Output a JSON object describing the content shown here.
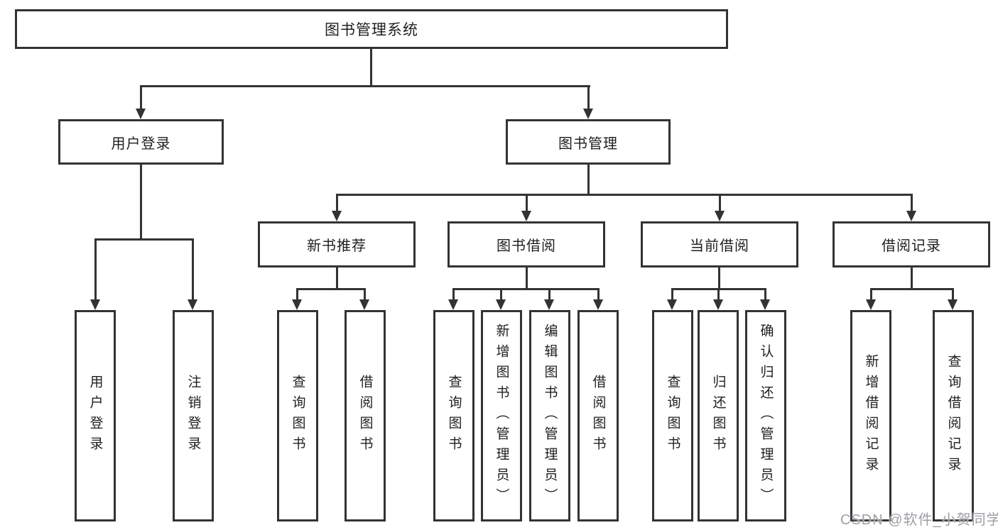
{
  "colors": {
    "line": "#333333",
    "box_border": "#333333",
    "box_fill": "#ffffff",
    "text": "#1f1f1f",
    "watermark": "#9e9ea6",
    "background": "#ffffff"
  },
  "tree": {
    "root": {
      "label": "图书管理系统"
    },
    "branches": [
      {
        "label": "用户登录",
        "children": [
          {
            "label": "用户登录"
          },
          {
            "label": "注销登录"
          }
        ]
      },
      {
        "label": "图书管理",
        "children": [
          {
            "label": "新书推荐",
            "children": [
              {
                "label": "查询图书"
              },
              {
                "label": "借阅图书"
              }
            ]
          },
          {
            "label": "图书借阅",
            "children": [
              {
                "label": "查询图书"
              },
              {
                "label": "新增图书（管理员）"
              },
              {
                "label": "编辑图书（管理员）"
              },
              {
                "label": "借阅图书"
              }
            ]
          },
          {
            "label": "当前借阅",
            "children": [
              {
                "label": "查询图书"
              },
              {
                "label": "归还图书"
              },
              {
                "label": "确认归还（管理员）"
              }
            ]
          },
          {
            "label": "借阅记录",
            "children": [
              {
                "label": "新增借阅记录"
              },
              {
                "label": "查询借阅记录"
              }
            ]
          }
        ]
      }
    ]
  },
  "watermark": {
    "text": "CSDN @软件_小贺同学"
  }
}
